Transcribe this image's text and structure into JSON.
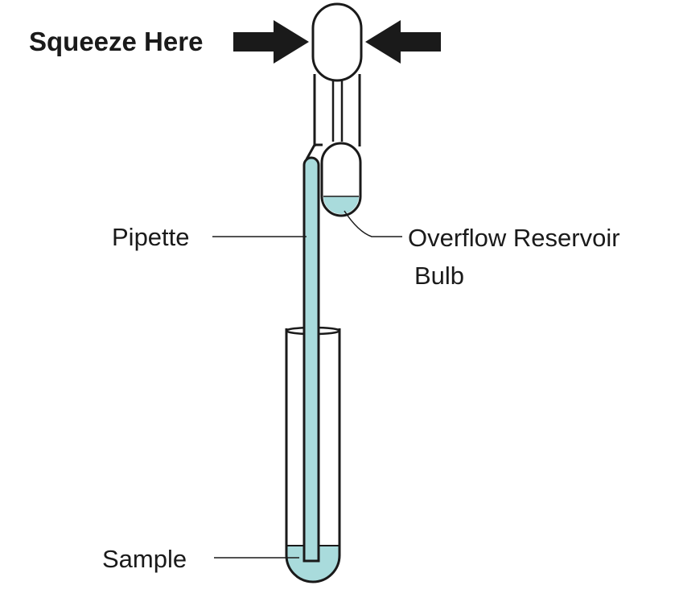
{
  "labels": {
    "squeeze": "Squeeze Here",
    "pipette": "Pipette",
    "reservoir_line1": "Overflow Reservoir",
    "reservoir_line2": "Bulb",
    "sample": "Sample"
  },
  "colors": {
    "liquid": "#a9dbdc",
    "stroke": "#1a1a1a",
    "background": "#ffffff"
  }
}
